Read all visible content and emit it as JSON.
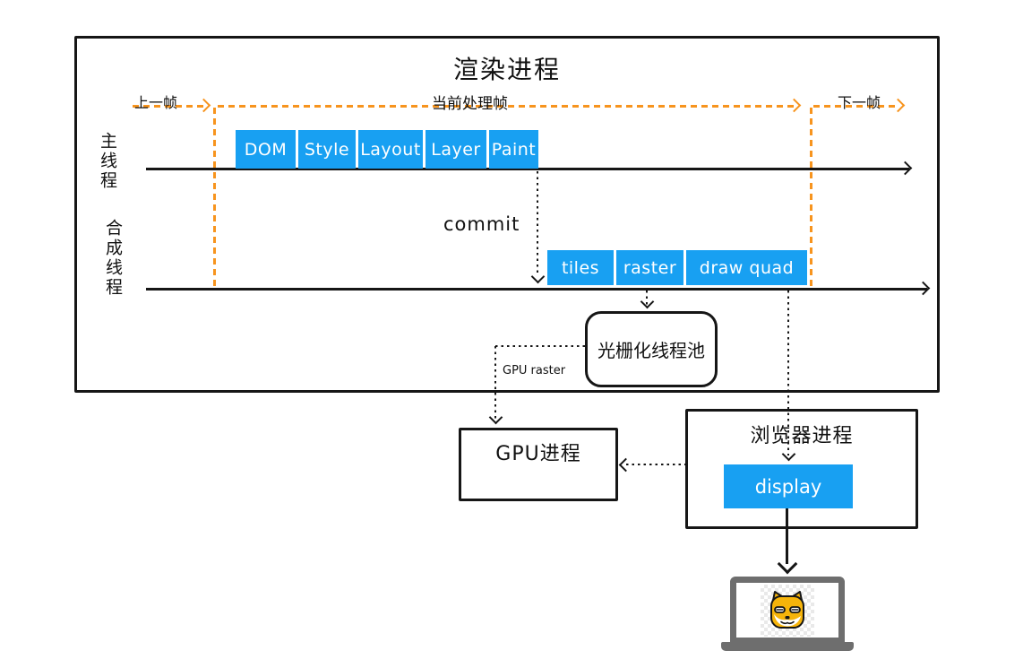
{
  "diagram": {
    "renderer_box_title": "渲染进程",
    "timeline": {
      "prev_frame_label": "上一帧",
      "current_frame_label": "当前处理帧",
      "next_frame_label": "下一帧"
    },
    "main_thread": {
      "label": "主线程",
      "stages": [
        "DOM",
        "Style",
        "Layout",
        "Layer",
        "Paint"
      ]
    },
    "commit_label": "commit",
    "compositor_thread": {
      "label": "合成线程",
      "stages": [
        "tiles",
        "raster",
        "draw quad"
      ]
    },
    "raster_pool_label": "光栅化线程池",
    "gpu_raster_label": "GPU raster",
    "gpu_process_label": "GPU进程",
    "browser_process": {
      "title": "浏览器进程",
      "display_label": "display"
    },
    "icons": {
      "device": "laptop-icon",
      "mascot": "doge-icon"
    },
    "colors": {
      "accent_blue": "#18A0F2",
      "accent_orange": "#F7941E",
      "laptop_gray": "#6e6e6e",
      "doge_yellow": "#F6B40A"
    }
  }
}
